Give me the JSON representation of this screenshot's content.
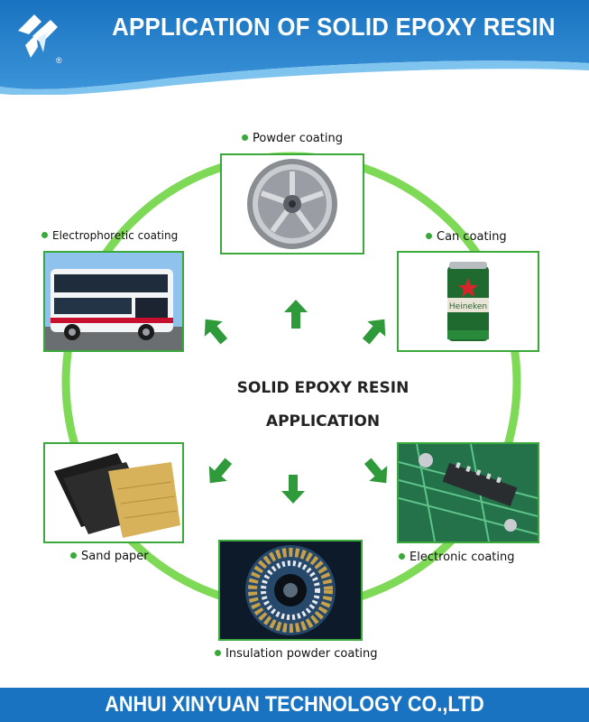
{
  "header": {
    "title": "APPLICATION OF SOLID EPOXY RESIN",
    "logo_icon": "company-logo-icon",
    "registered_mark": "®",
    "colors": {
      "band": "#1a73c0",
      "band_light": "#5fb1ea"
    }
  },
  "center": {
    "line1": "SOLID EPOXY RESIN",
    "line2": "APPLICATION"
  },
  "items": [
    {
      "label": "Powder coating",
      "image": "car-wheel-rim"
    },
    {
      "label": "Can coating",
      "image": "beer-can"
    },
    {
      "label": "Electronic coating",
      "image": "circuit-board"
    },
    {
      "label": "Insulation powder coating",
      "image": "motor-stator-winding"
    },
    {
      "label": "Sand paper",
      "image": "sandpaper-sheets"
    },
    {
      "label": "Electrophoretic coating",
      "image": "double-decker-bus"
    }
  ],
  "colors": {
    "ring": "#7ed957",
    "accent_green": "#3aa83a",
    "arrow": "#2f9a3a"
  },
  "footer": {
    "company": "ANHUI XINYUAN TECHNOLOGY CO.,LTD"
  }
}
